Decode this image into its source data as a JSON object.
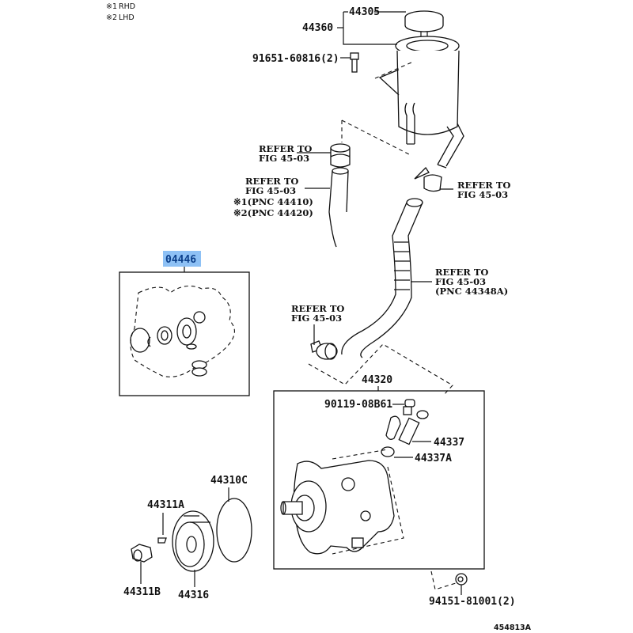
{
  "figure_id": "454813A",
  "legend": [
    {
      "mark": "※1",
      "label": "RHD"
    },
    {
      "mark": "※2",
      "label": "LHD"
    }
  ],
  "highlight_color": "#8ec1f5",
  "parts": {
    "cap": "44305",
    "reservoir": "44360",
    "reservoir_bolt": "91651-60816(2)",
    "pump_assy": "44320",
    "pump_bolt": "90119-08B61",
    "union": "44337",
    "oring": "44337A",
    "pump_nut": "94151-81001(2)",
    "gasket_kit": "04446",
    "oring_pulley": "44310C",
    "woodruff_key": "44311A",
    "pulley_nut": "44311B",
    "pulley": "44316"
  },
  "references": {
    "clamp_upper": {
      "line1": "REFER TO",
      "line2": "FIG 45-03"
    },
    "hose_return": {
      "line1": "REFER TO",
      "line2": "FIG 45-03",
      "line3": "※1(PNC 44410)",
      "line4": "※2(PNC 44420)"
    },
    "clamp_right": {
      "line1": "REFER TO",
      "line2": "FIG 45-03"
    },
    "hose_suction": {
      "line1": "REFER TO",
      "line2": "FIG 45-03",
      "line3": "(PNC 44348A)"
    },
    "clamp_lower": {
      "line1": "REFER TO",
      "line2": "FIG 45-03"
    }
  }
}
